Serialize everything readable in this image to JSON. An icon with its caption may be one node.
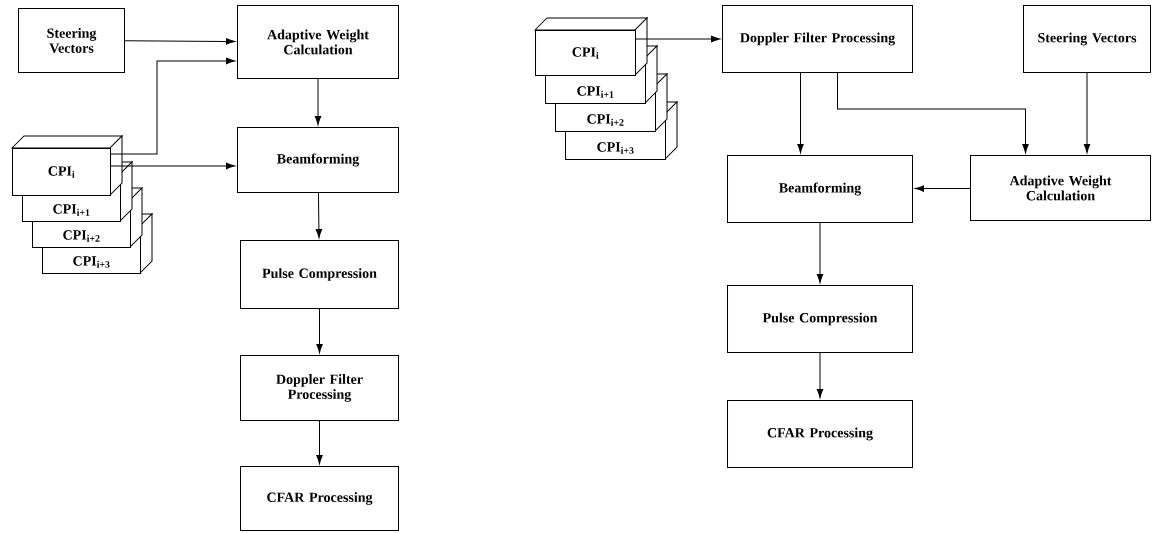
{
  "diagram": {
    "nodes": [
      {
        "text": [
          "Steering Vectors"
        ]
      },
      {
        "text": [
          "Adaptive Weight Calculation"
        ]
      },
      {
        "text": [
          "CPI$_{i}$"
        ]
      },
      {
        "text": [
          "CPI$_{i+1}$"
        ]
      },
      {
        "text": [
          "CPI$_{i+2}$"
        ]
      },
      {
        "text": [
          "CPI$_{i+3}$"
        ]
      },
      {
        "text": [
          "Beamforming"
        ]
      },
      {
        "text": [
          "Pulse Compression"
        ]
      },
      {
        "text": [
          "Doppler Filter Processing"
        ]
      },
      {
        "text": [
          "CFAR Processing"
        ]
      },
      {
        "text": [
          "CPI$_{i}$"
        ]
      },
      {
        "text": [
          "CPI$_{i+1}$"
        ]
      },
      {
        "text": [
          "CPI$_{i+2}$"
        ]
      },
      {
        "text": [
          "CPI$_{i+3}$"
        ]
      },
      {
        "text": [
          "Doppler Filter Processing"
        ]
      },
      {
        "text": [
          "Steering Vectors"
        ]
      },
      {
        "text": [
          "Beamforming"
        ]
      },
      {
        "text": [
          "Adaptive Weight Calculation"
        ]
      },
      {
        "text": [
          "Pulse Compression"
        ]
      },
      {
        "text": [
          "CFAR Processing"
        ]
      }
    ],
    "edges": [
      {
        "from": 0,
        "to": 1,
        "arrow": "to"
      },
      {
        "from": 2,
        "to": 1,
        "arrow": "to"
      },
      {
        "from": 2,
        "to": 6,
        "arrow": "to"
      },
      {
        "from": 1,
        "to": 6,
        "arrow": "to"
      },
      {
        "from": 6,
        "to": 7,
        "arrow": "to"
      },
      {
        "from": 7,
        "to": 8,
        "arrow": "to"
      },
      {
        "from": 8,
        "to": 9,
        "arrow": "to"
      },
      {
        "from": 10,
        "to": 14,
        "arrow": "to"
      },
      {
        "from": 14,
        "to": 16,
        "arrow": "to"
      },
      {
        "from": 14,
        "to": 17,
        "arrow": "to"
      },
      {
        "from": 15,
        "to": 17,
        "arrow": "to"
      },
      {
        "from": 17,
        "to": 16,
        "arrow": "to"
      },
      {
        "from": 16,
        "to": 18,
        "arrow": "to"
      },
      {
        "from": 18,
        "to": 19,
        "arrow": "to"
      }
    ]
  }
}
